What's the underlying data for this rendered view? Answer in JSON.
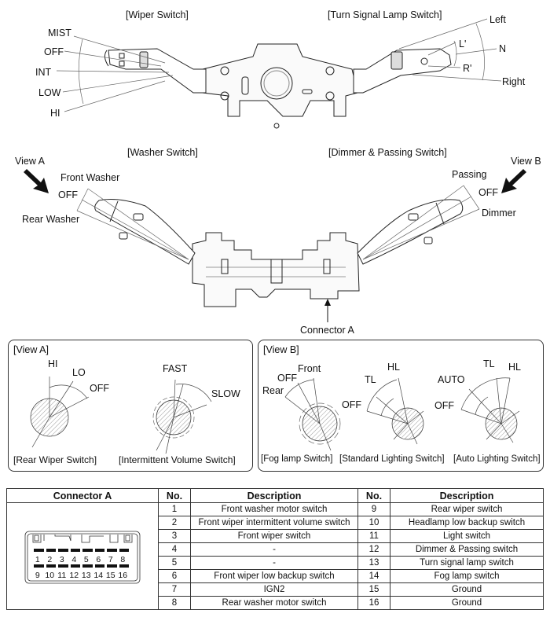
{
  "top_view": {
    "wiper_switch": {
      "title": "[Wiper Switch]",
      "positions": [
        "MIST",
        "OFF",
        "INT",
        "LOW",
        "HI"
      ]
    },
    "turn_signal_switch": {
      "title": "[Turn Signal Lamp Switch]",
      "positions": [
        "Left",
        "L'",
        "N",
        "R'",
        "Right"
      ]
    }
  },
  "side_view": {
    "washer_switch": {
      "title": "[Washer Switch]",
      "view_arrow": "View A",
      "positions": [
        "Front Washer",
        "OFF",
        "Rear Washer"
      ]
    },
    "dimmer_switch": {
      "title": "[Dimmer & Passing Switch]",
      "view_arrow": "View B",
      "positions": [
        "Passing",
        "OFF",
        "Dimmer"
      ]
    },
    "connector_label": "Connector A"
  },
  "view_a": {
    "title": "[View A]",
    "rear_wiper": {
      "caption": "[Rear Wiper Switch]",
      "positions": [
        "HI",
        "LO",
        "OFF"
      ]
    },
    "intermittent": {
      "caption": "[Intermittent Volume Switch]",
      "positions": [
        "FAST",
        "SLOW"
      ]
    }
  },
  "view_b": {
    "title": "[View B]",
    "fog": {
      "caption": "[Fog lamp Switch]",
      "positions": [
        "Front",
        "OFF",
        "Rear"
      ]
    },
    "standard": {
      "caption": "[Standard Lighting Switch]",
      "positions": [
        "HL",
        "TL",
        "OFF"
      ]
    },
    "auto": {
      "caption": "[Auto Lighting Switch]",
      "positions": [
        "TL",
        "HL",
        "AUTO",
        "OFF"
      ]
    }
  },
  "pin_table": {
    "headers": [
      "Connector A",
      "No.",
      "Description",
      "No.",
      "Description"
    ],
    "pin_numbers_top": [
      "1",
      "2",
      "3",
      "4",
      "5",
      "6",
      "7",
      "8"
    ],
    "pin_numbers_bottom": [
      "9",
      "10",
      "11",
      "12",
      "13",
      "14",
      "15",
      "16"
    ],
    "rows": [
      {
        "no_left": "1",
        "desc_left": "Front washer motor switch",
        "no_right": "9",
        "desc_right": "Rear wiper switch"
      },
      {
        "no_left": "2",
        "desc_left": "Front wiper intermittent volume switch",
        "no_right": "10",
        "desc_right": "Headlamp low backup switch"
      },
      {
        "no_left": "3",
        "desc_left": "Front wiper switch",
        "no_right": "11",
        "desc_right": "Light switch"
      },
      {
        "no_left": "4",
        "desc_left": "-",
        "no_right": "12",
        "desc_right": "Dimmer & Passing switch"
      },
      {
        "no_left": "5",
        "desc_left": "-",
        "no_right": "13",
        "desc_right": "Turn signal lamp switch"
      },
      {
        "no_left": "6",
        "desc_left": "Front wiper low backup switch",
        "no_right": "14",
        "desc_right": "Fog lamp switch"
      },
      {
        "no_left": "7",
        "desc_left": "IGN2",
        "no_right": "15",
        "desc_right": "Ground"
      },
      {
        "no_left": "8",
        "desc_left": "Rear washer motor switch",
        "no_right": "16",
        "desc_right": "Ground"
      }
    ]
  }
}
